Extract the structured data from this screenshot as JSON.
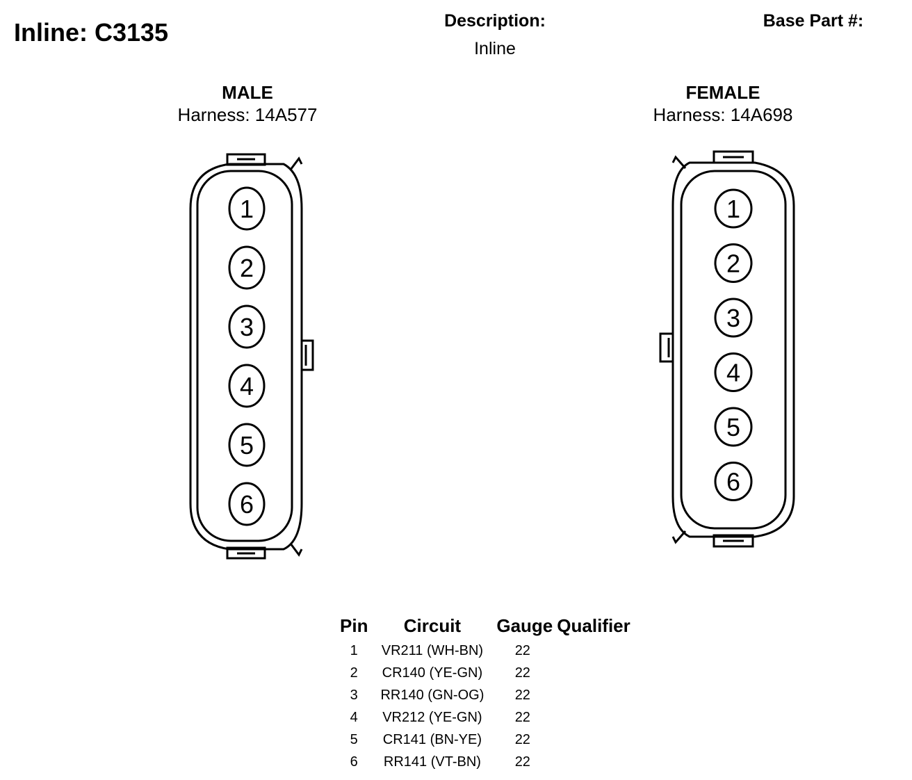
{
  "header": {
    "title": "Inline: C3135",
    "description_label": "Description:",
    "description_value": "Inline",
    "base_part_label": "Base Part #:"
  },
  "male": {
    "label": "MALE",
    "harness": "Harness: 14A577",
    "pins": [
      "1",
      "2",
      "3",
      "4",
      "5",
      "6"
    ]
  },
  "female": {
    "label": "FEMALE",
    "harness": "Harness: 14A698",
    "pins": [
      "1",
      "2",
      "3",
      "4",
      "5",
      "6"
    ]
  },
  "table": {
    "headers": [
      "Pin",
      "Circuit",
      "Gauge",
      "Qualifier"
    ],
    "rows": [
      {
        "pin": "1",
        "circuit": "VR211 (WH-BN)",
        "gauge": "22",
        "qualifier": ""
      },
      {
        "pin": "2",
        "circuit": "CR140 (YE-GN)",
        "gauge": "22",
        "qualifier": ""
      },
      {
        "pin": "3",
        "circuit": "RR140 (GN-OG)",
        "gauge": "22",
        "qualifier": ""
      },
      {
        "pin": "4",
        "circuit": "VR212 (YE-GN)",
        "gauge": "22",
        "qualifier": ""
      },
      {
        "pin": "5",
        "circuit": "CR141 (BN-YE)",
        "gauge": "22",
        "qualifier": ""
      },
      {
        "pin": "6",
        "circuit": "RR141 (VT-BN)",
        "gauge": "22",
        "qualifier": ""
      }
    ]
  }
}
